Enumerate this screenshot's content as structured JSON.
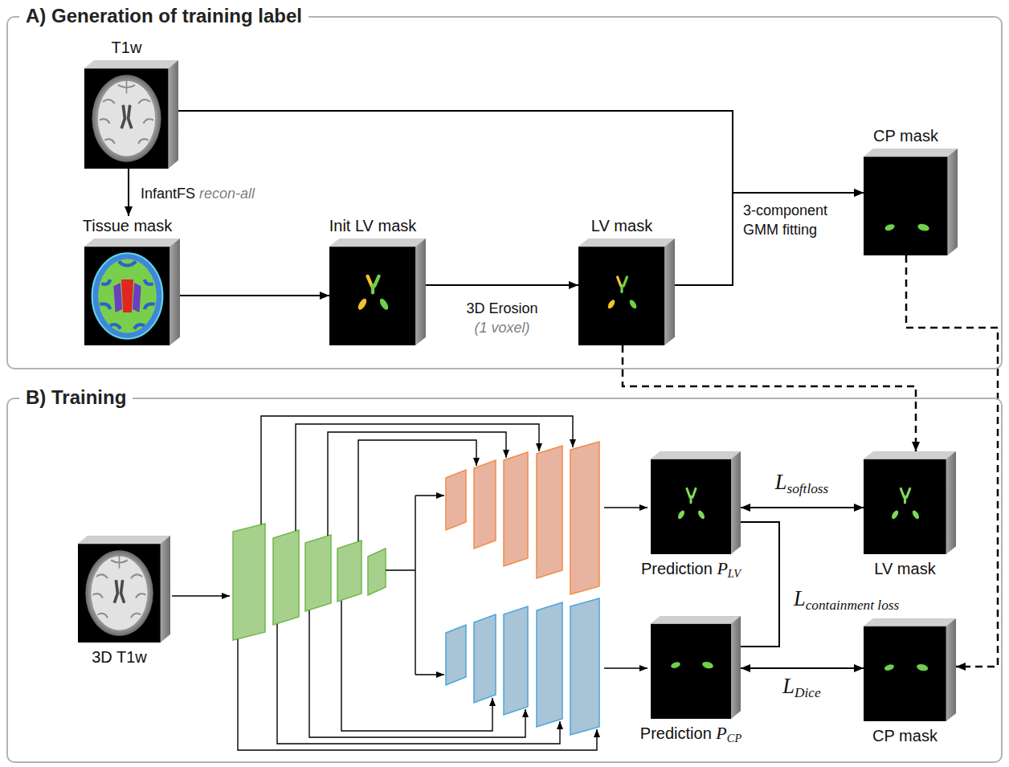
{
  "diagram": {
    "nodes": [
      {
        "text": [
          "A) Generation of training label"
        ]
      },
      {
        "text": [
          "T1w"
        ],
        "in": 0
      },
      {
        "text": [
          "Tissue mask"
        ],
        "in": 0
      },
      {
        "text": [
          "Init LV mask"
        ],
        "in": 0
      },
      {
        "text": [
          "LV mask"
        ],
        "in": 0
      },
      {
        "text": [
          "CP mask"
        ],
        "in": 0
      },
      {
        "text": [
          "B) Training"
        ]
      },
      {
        "text": [
          "3D T1w"
        ],
        "in": 6
      },
      {
        "text": [
          "Prediction PLV"
        ],
        "in": 6
      },
      {
        "text": [
          "LV mask"
        ],
        "in": 6
      },
      {
        "text": [
          "Prediction PCP"
        ],
        "in": 6
      },
      {
        "text": [
          "CP mask"
        ],
        "in": 6
      }
    ],
    "edges": [
      {
        "from": 1,
        "to": 2,
        "arrow": "to",
        "label": "InfantFS recon-all"
      },
      {
        "from": 2,
        "to": 3,
        "arrow": "to"
      },
      {
        "from": 3,
        "to": 4,
        "arrow": "to",
        "label": "3D Erosion (1 voxel)"
      },
      {
        "from": 1,
        "to": 5,
        "arrow": "to",
        "label": "3-component GMM fitting"
      },
      {
        "from": 4,
        "to": 5,
        "arrow": "to"
      },
      {
        "from": 4,
        "to": 9,
        "arrow": "to"
      },
      {
        "from": 5,
        "to": 11,
        "arrow": "to"
      },
      {
        "from": 8,
        "to": 9,
        "arrow": "both",
        "label": "Lsoftloss"
      },
      {
        "from": 10,
        "to": 11,
        "arrow": "both",
        "label": "LDice"
      },
      {
        "from": 8,
        "to": 10,
        "arrow": "none",
        "label": "Lcontainment loss"
      }
    ]
  }
}
